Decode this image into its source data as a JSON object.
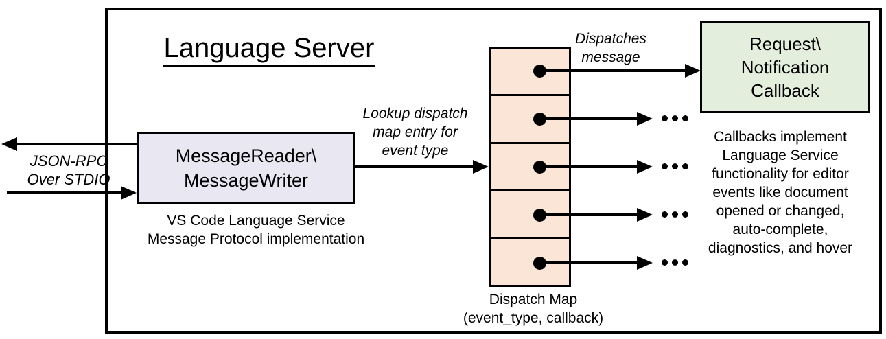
{
  "title": "Language Server",
  "io": {
    "lines": [
      "JSON-RPC",
      "Over STDIO"
    ]
  },
  "reader": {
    "lines": [
      "MessageReader\\",
      "MessageWriter"
    ],
    "caption": [
      "VS Code Language Service",
      "Message Protocol implementation"
    ]
  },
  "lookup": {
    "lines": [
      "Lookup dispatch",
      "map entry for",
      "event type"
    ]
  },
  "dispatch_map": {
    "caption": [
      "Dispatch Map",
      "(event_type, callback)"
    ],
    "cell_count": 5,
    "ellipsis": "..."
  },
  "dispatches": {
    "lines": [
      "Dispatches",
      "message"
    ]
  },
  "callback": {
    "lines": [
      "Request\\",
      "Notification",
      "Callback"
    ]
  },
  "note": {
    "lines": [
      "Callbacks implement",
      "Language Service",
      "functionality for editor",
      "events like document",
      "opened or changed,",
      "auto-complete,",
      "diagnostics, and hover"
    ]
  },
  "colors": {
    "reader_fill": "#e9e7f1",
    "map_fill": "#fbe5d6",
    "callback_fill": "#e4eedd",
    "stroke": "#000000"
  }
}
